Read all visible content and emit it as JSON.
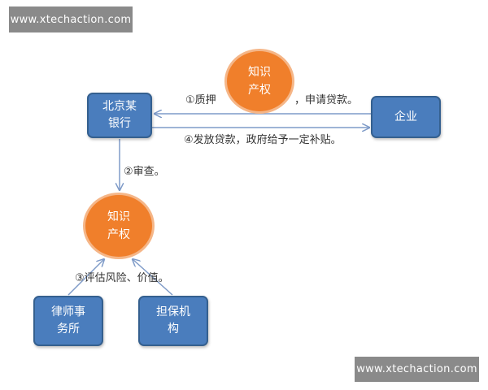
{
  "watermarks": {
    "top": "www.xtechaction.com",
    "bottom": "www.xtechaction.com"
  },
  "nodes": {
    "bank": [
      "北京某",
      "银行"
    ],
    "company": [
      "企业"
    ],
    "lawyer": [
      "律师事",
      "务所"
    ],
    "guarantee": [
      "担保机",
      "构"
    ]
  },
  "circles": {
    "ip_top": [
      "知识",
      "产权"
    ],
    "ip_middle": [
      "知识",
      "产权"
    ]
  },
  "labels": {
    "pledge": "①质押",
    "apply": "，申请贷款。",
    "loan": "④发放贷款，政府给予一定补贴。",
    "review": "②审查。",
    "assess": "③评估风险、价值。"
  },
  "colors": {
    "node_fill": "#4a7dbd",
    "node_border": "#35608f",
    "circle_fill": "#f07f2b",
    "arrow": "#7f9bc8"
  }
}
